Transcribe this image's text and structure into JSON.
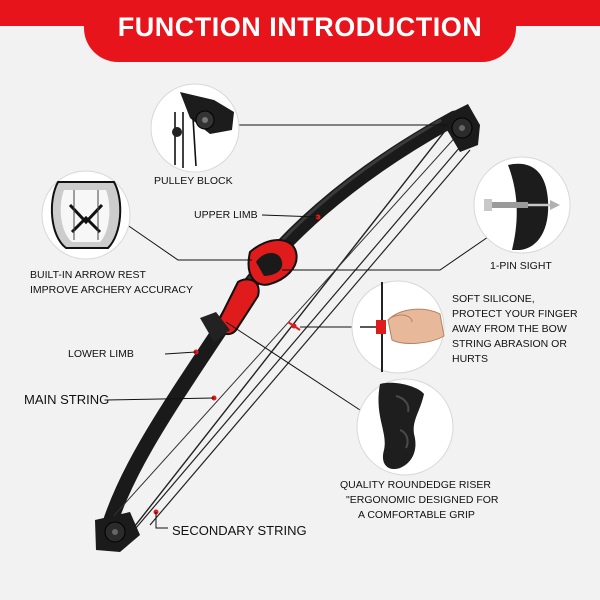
{
  "header": {
    "title": "FUNCTION INTRODUCTION",
    "accent_color": "#e8141c"
  },
  "callouts": {
    "pulley_block": "PULLEY BLOCK",
    "upper_limb": "UPPER LIMB",
    "arrow_rest_line1": "BUILT-IN ARROW REST",
    "arrow_rest_line2": "IMPROVE ARCHERY ACCURACY",
    "sight": "1-PIN SIGHT",
    "silicone_line1": "SOFT SILICONE,",
    "silicone_line2": "PROTECT YOUR FINGER",
    "silicone_line3": "AWAY FROM THE BOW",
    "silicone_line4": "STRING ABRASION OR",
    "silicone_line5": "HURTS",
    "lower_limb": "LOWER LIMB",
    "main_string": "MAIN STRING",
    "riser_line1": "QUALITY ROUNDEDGE RISER",
    "riser_line2": "\"ERGONOMIC DESIGNED FOR",
    "riser_line3": "A COMFORTABLE GRIP",
    "secondary_string": "SECONDARY STRING"
  },
  "detail_images": [
    {
      "name": "pulley-block-detail",
      "icon": "pulley-icon"
    },
    {
      "name": "arrow-rest-detail",
      "icon": "arrow-rest-icon"
    },
    {
      "name": "sight-detail",
      "icon": "sight-pin-icon"
    },
    {
      "name": "silicone-finger-detail",
      "icon": "finger-icon"
    },
    {
      "name": "riser-grip-detail",
      "icon": "grip-icon"
    }
  ]
}
